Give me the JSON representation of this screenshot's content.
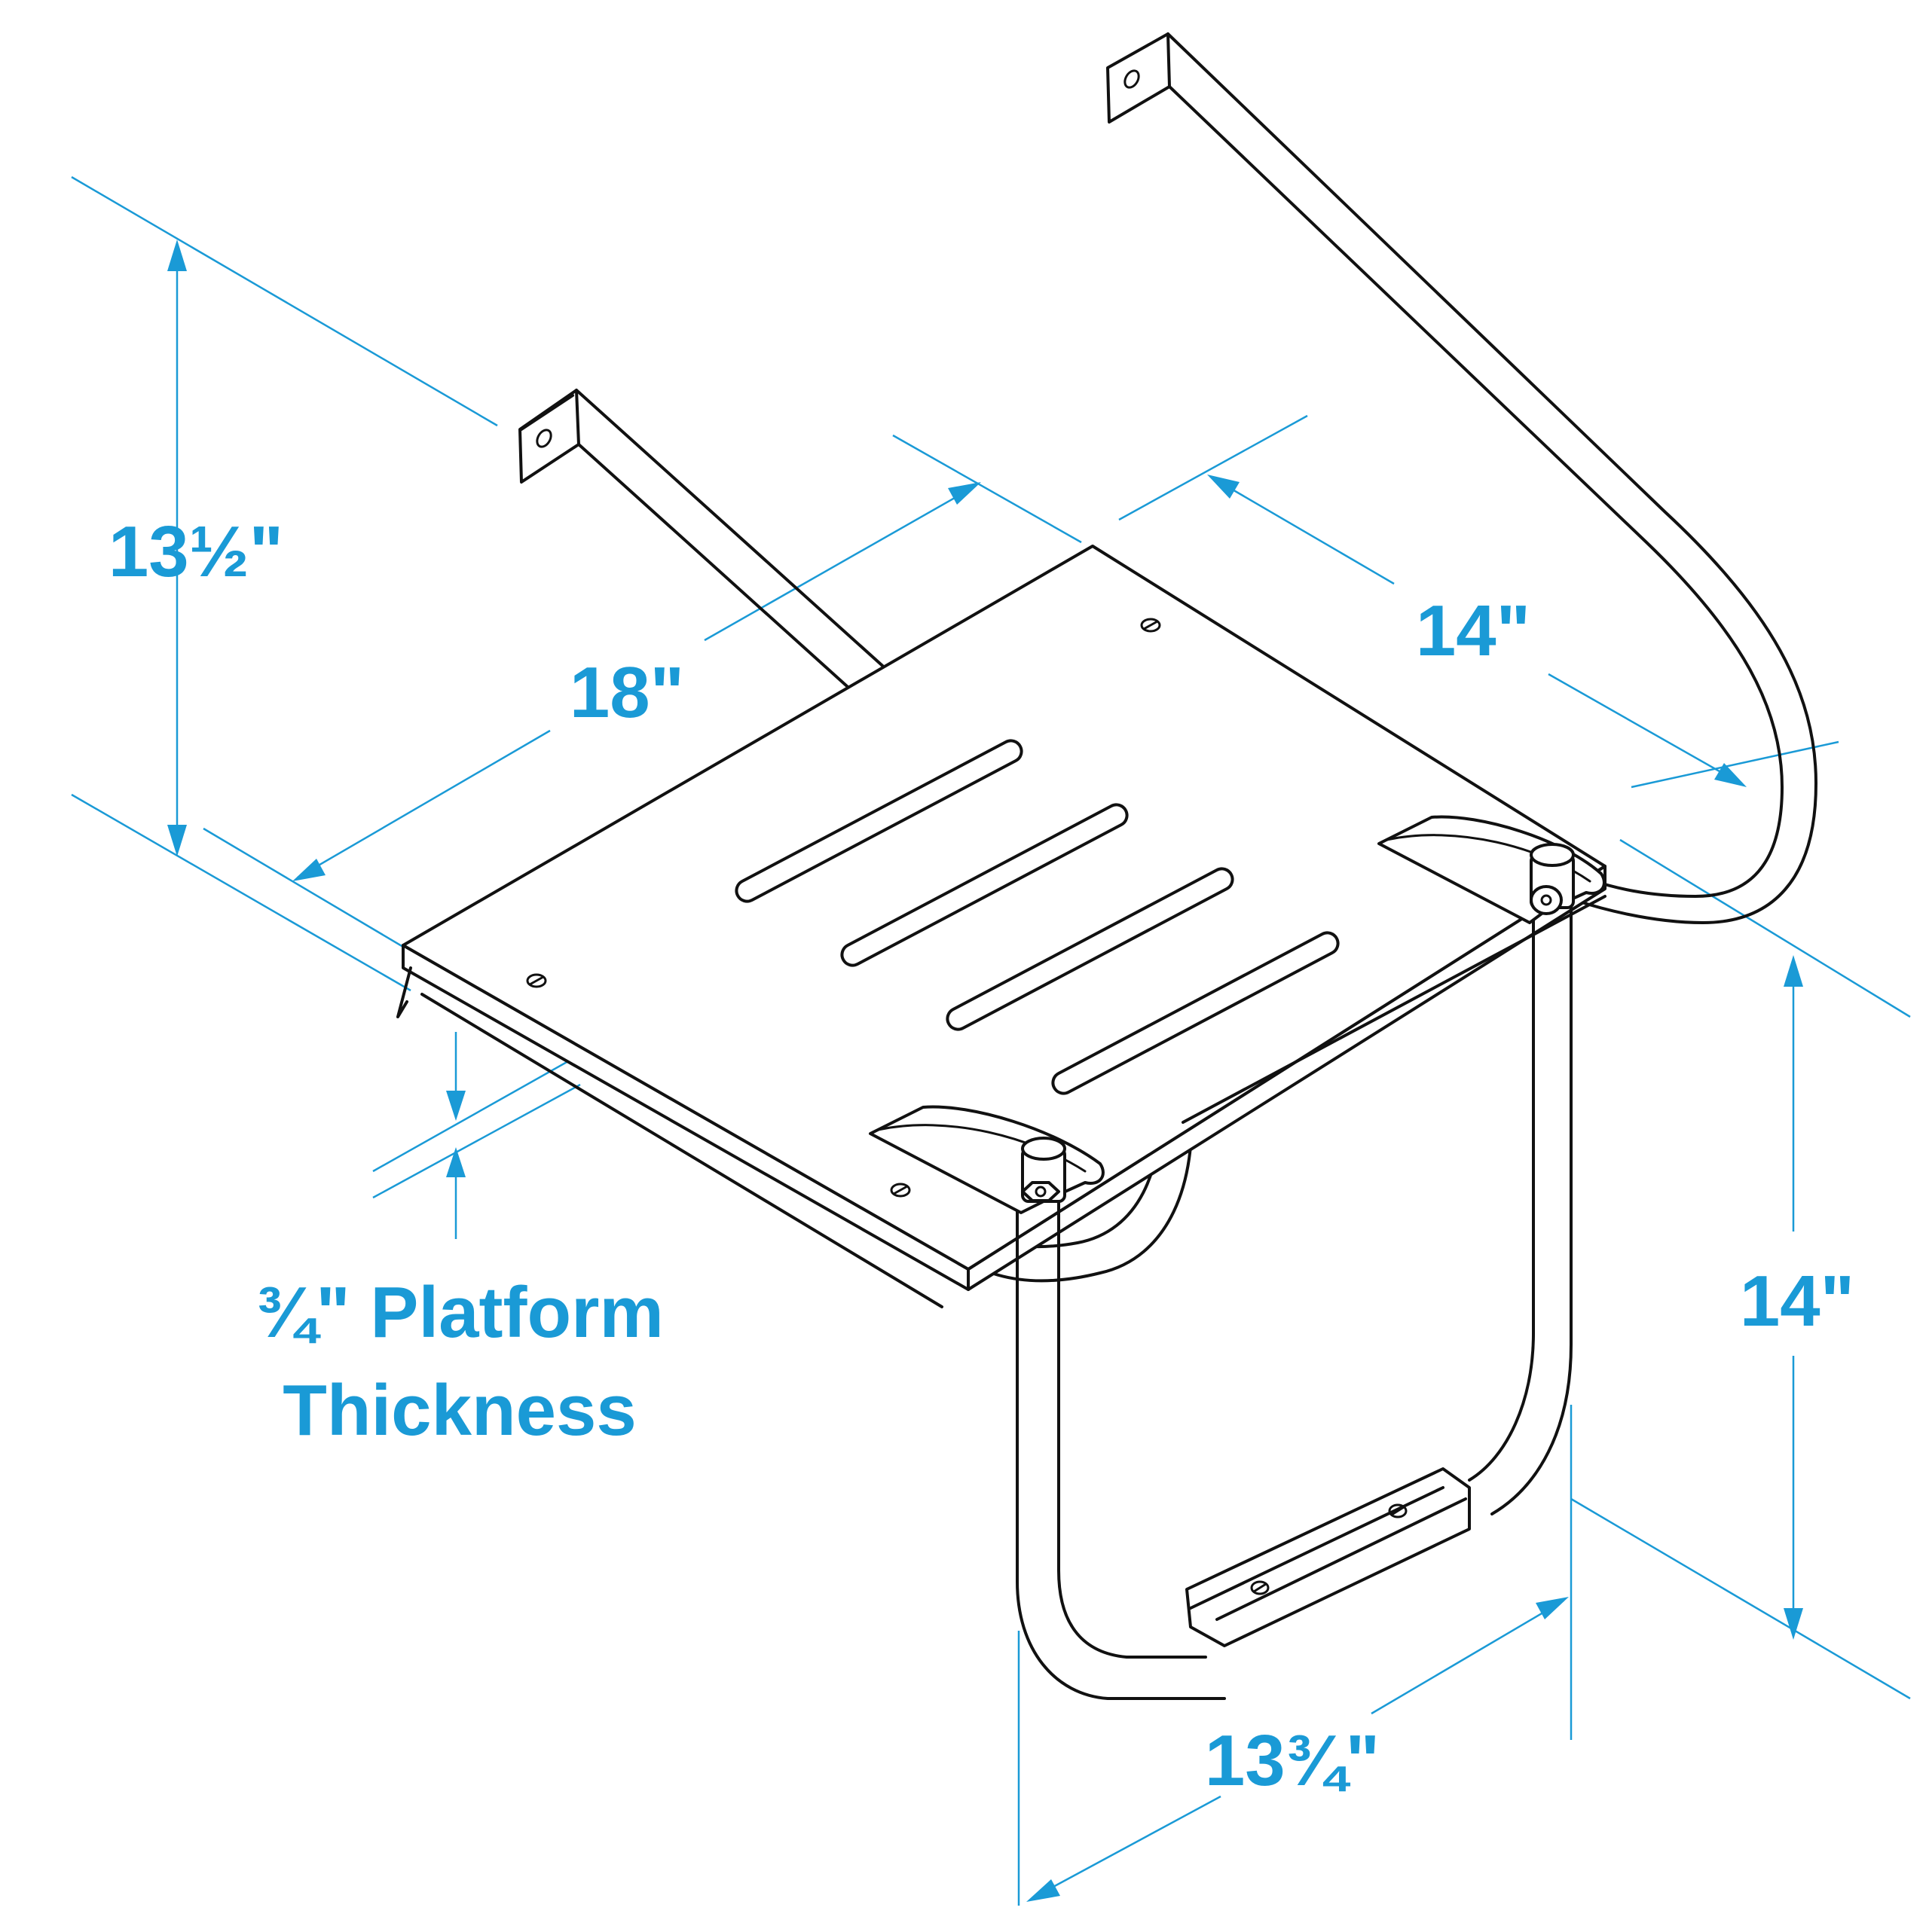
{
  "colors": {
    "dimension": "#1a9ad6",
    "line_art": "#111111",
    "background": "#ffffff"
  },
  "dimensions": {
    "height_overall": "13½\"",
    "platform_depth": "18\"",
    "platform_width": "14\"",
    "ladder_drop": "14\"",
    "ladder_width": "13¾\"",
    "thickness_line1": "¾\" Platform",
    "thickness_line2": "Thickness"
  }
}
